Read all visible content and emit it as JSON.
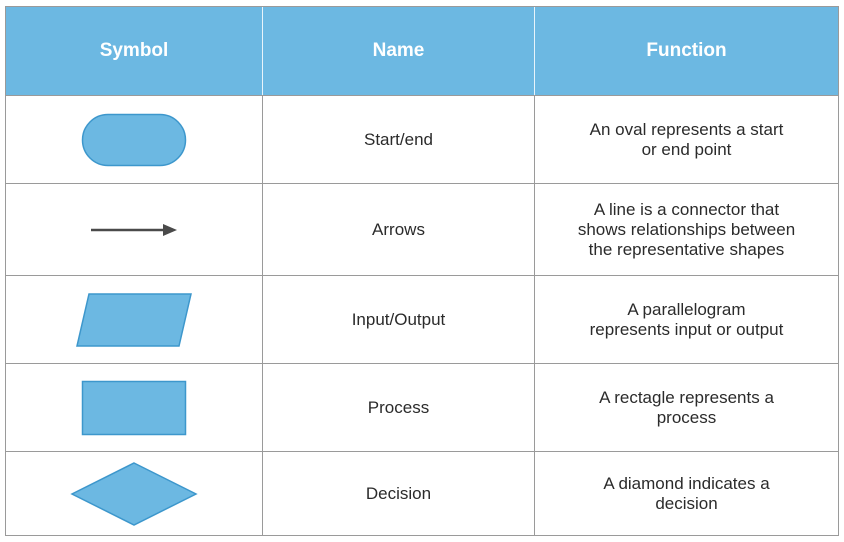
{
  "header": {
    "symbol": "Symbol",
    "name": "Name",
    "function": "Function"
  },
  "colors": {
    "header_bg": "#6cb8e2",
    "shape_fill": "#6cb8e2",
    "shape_stroke": "#3d97cc",
    "arrow": "#4a4a4a",
    "border": "#9a9a9a"
  },
  "rows": [
    {
      "symbol_icon": "oval-icon",
      "name": "Start/end",
      "function": "An oval represents a start\nor end point"
    },
    {
      "symbol_icon": "arrow-icon",
      "name": "Arrows",
      "function": "A line is a connector that\nshows relationships between\nthe representative shapes"
    },
    {
      "symbol_icon": "parallelogram-icon",
      "name": "Input/Output",
      "function": "A parallelogram\nrepresents input or output"
    },
    {
      "symbol_icon": "rectangle-icon",
      "name": "Process",
      "function": "A rectagle represents a\nprocess"
    },
    {
      "symbol_icon": "diamond-icon",
      "name": "Decision",
      "function": "A diamond indicates a\ndecision"
    }
  ]
}
